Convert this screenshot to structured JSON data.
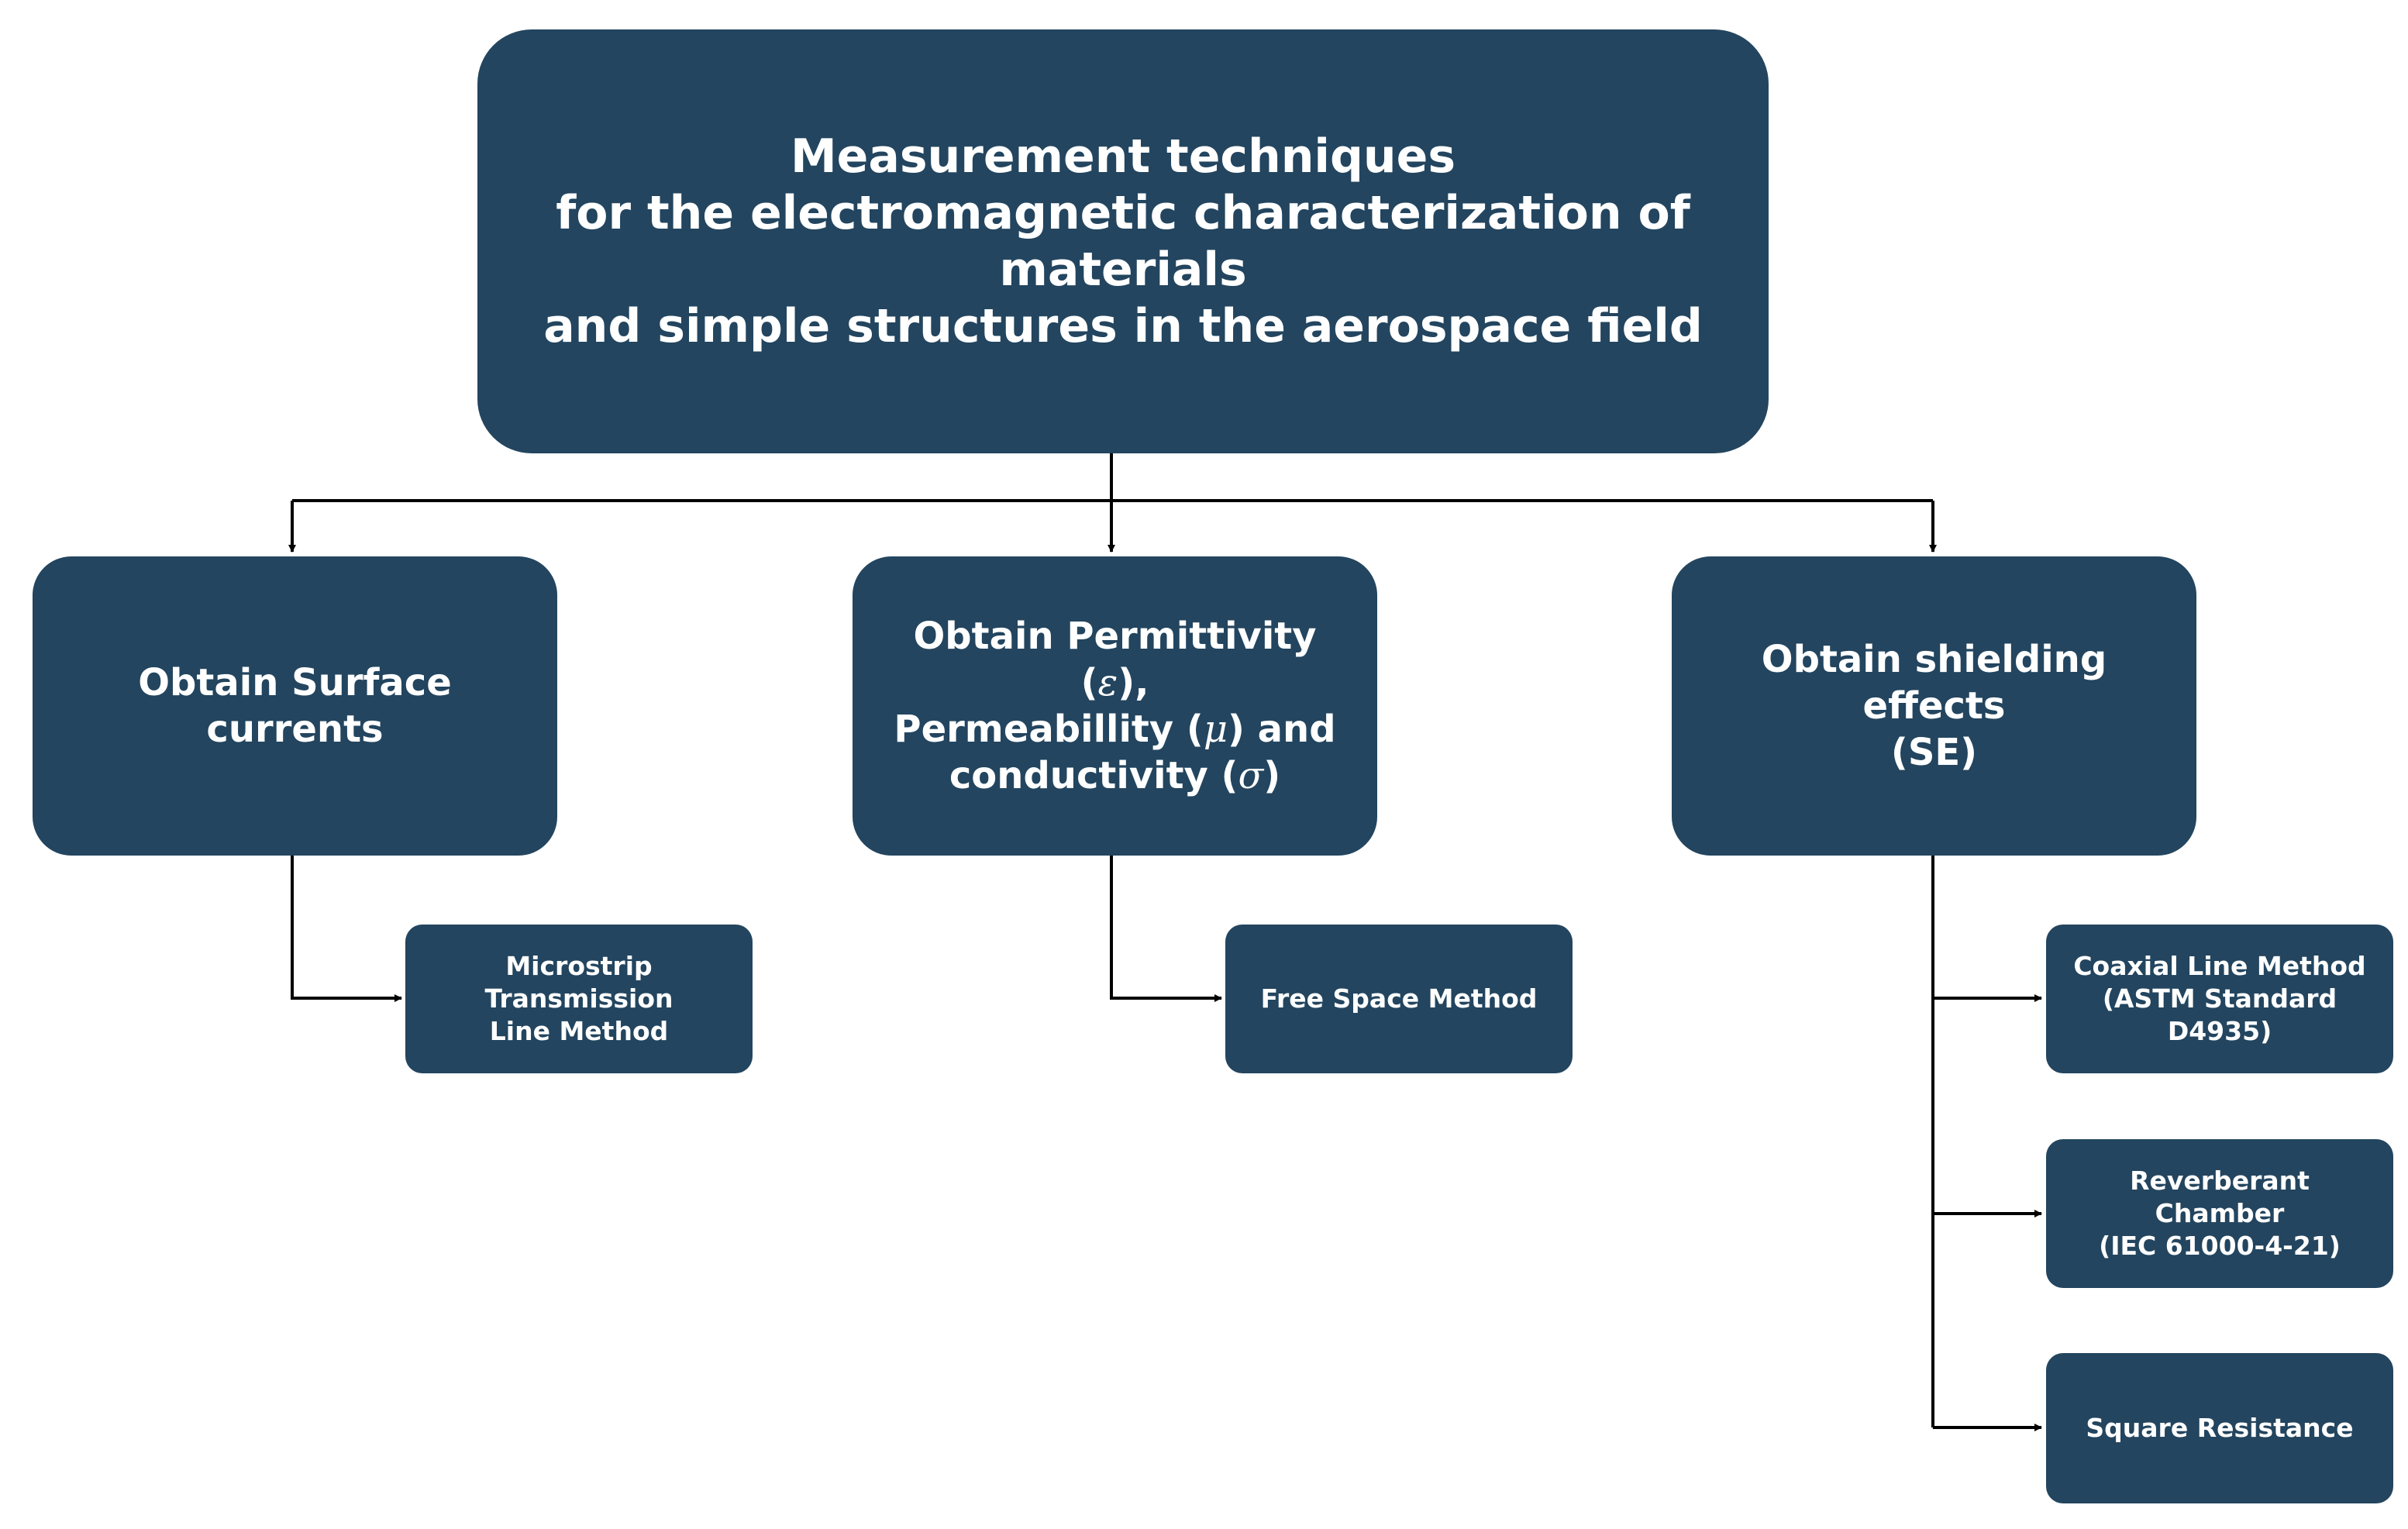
{
  "root": {
    "text": "Measurement techniques\nfor the electromagnetic characterization of materials\nand simple structures in the aerospace field"
  },
  "branches": [
    {
      "text": "Obtain Surface currents"
    },
    {
      "line1": "Obtain Permittivity (",
      "symbol1": "ε",
      "line1_end": "),",
      "line2": "Permeabillity (",
      "symbol2": "μ",
      "line2_end": ") and",
      "line3": "conductivity (",
      "symbol3": "σ",
      "line3_end": ")"
    },
    {
      "text": "Obtain shielding effects\n(SE)"
    }
  ],
  "methods": {
    "surface_currents": [
      "Microstrip\nTransmission\nLine Method"
    ],
    "permittivity": [
      "Free Space Method"
    ],
    "shielding": [
      "Coaxial Line Method\n(ASTM Standard D4935)",
      "Reverberant\nChamber\n(IEC 61000-4-21)",
      "Square Resistance"
    ]
  },
  "colors": {
    "box_fill": "#23455f",
    "box_text": "#ffffff",
    "connector": "#000000"
  }
}
